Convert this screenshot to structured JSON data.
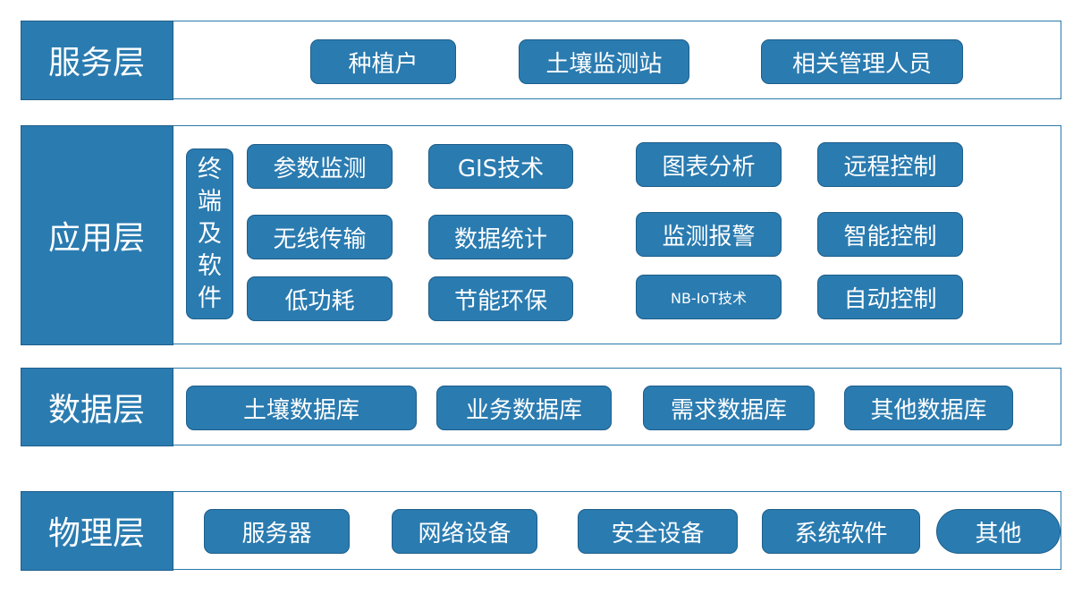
{
  "colors": {
    "fill": "#2a7bb0",
    "border": "#1d5e8a",
    "text": "#ffffff",
    "frame": "#2a78aa"
  },
  "service_layer": {
    "label": "服务层",
    "items": [
      "种植户",
      "土壤监测站",
      "相关管理人员"
    ]
  },
  "application_layer": {
    "label": "应用层",
    "side_label": [
      "终",
      "端",
      "及",
      "软",
      "件"
    ],
    "items": [
      "参数监测",
      "GIS技术",
      "图表分析",
      "远程控制",
      "无线传输",
      "数据统计",
      "监测报警",
      "智能控制",
      "低功耗",
      "节能环保",
      "NB-IoT技术",
      "自动控制"
    ]
  },
  "data_layer": {
    "label": "数据层",
    "items": [
      "土壤数据库",
      "业务数据库",
      "需求数据库",
      "其他数据库"
    ]
  },
  "physical_layer": {
    "label": "物理层",
    "items": [
      "服务器",
      "网络设备",
      "安全设备",
      "系统软件",
      "其他"
    ]
  }
}
